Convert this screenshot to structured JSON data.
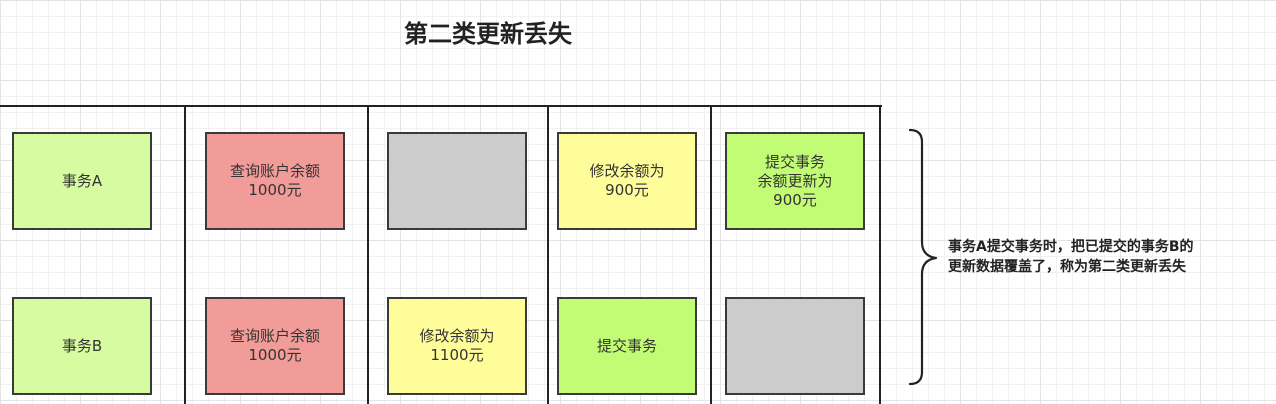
{
  "title": "第二类更新丢失",
  "rows": [
    {
      "cells": [
        {
          "text": "事务A",
          "color": "#d6fba0"
        },
        {
          "text": "查询账户余额\n1000元",
          "color": "#f19c99"
        },
        {
          "text": "",
          "color": "#cccccc"
        },
        {
          "text": "修改余额为\n900元",
          "color": "#fffd9a"
        },
        {
          "text": "提交事务\n余额更新为\n900元",
          "color": "#c2fb74"
        }
      ]
    },
    {
      "cells": [
        {
          "text": "事务B",
          "color": "#d6fba0"
        },
        {
          "text": "查询账户余额\n1000元",
          "color": "#f19c99"
        },
        {
          "text": "修改余额为\n1100元",
          "color": "#fffd9a"
        },
        {
          "text": "提交事务",
          "color": "#c2fb74"
        },
        {
          "text": "",
          "color": "#cccccc"
        }
      ]
    }
  ],
  "note": "事务A提交事务时，把已提交的事务B的\n更新数据覆盖了，称为第二类更新丢失"
}
